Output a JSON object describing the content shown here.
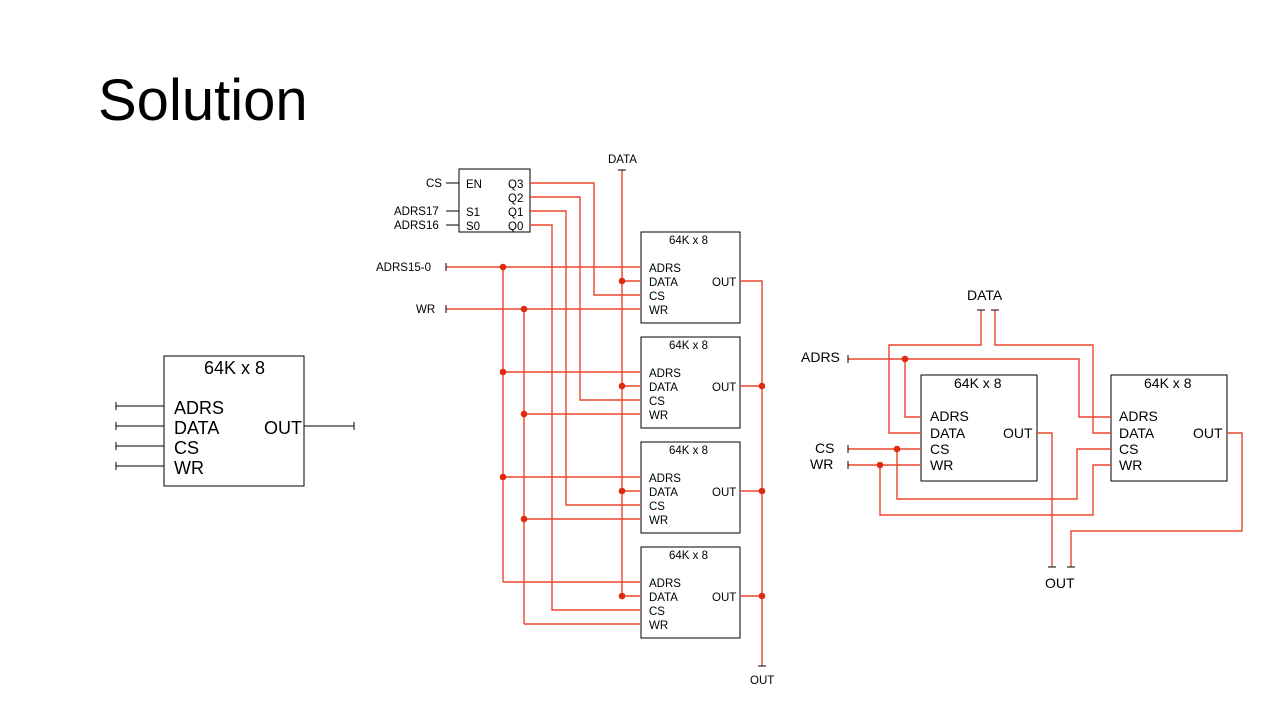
{
  "slide": {
    "title": "Solution"
  },
  "memory_label": "64K x 8",
  "ports": {
    "adrs": "ADRS",
    "data": "DATA",
    "cs": "CS",
    "wr": "WR",
    "out": "OUT"
  },
  "decoder": {
    "en": "EN",
    "s1": "S1",
    "s0": "S0",
    "q3": "Q3",
    "q2": "Q2",
    "q1": "Q1",
    "q0": "Q0"
  },
  "signals": {
    "cs": "CS",
    "adrs17": "ADRS17",
    "adrs16": "ADRS16",
    "adrs15_0": "ADRS15-0",
    "wr": "WR",
    "data": "DATA",
    "out": "OUT",
    "adrs": "ADRS"
  },
  "colors": {
    "wire": "#e8472b",
    "junction": "#e02a10",
    "outline": "#000000"
  }
}
